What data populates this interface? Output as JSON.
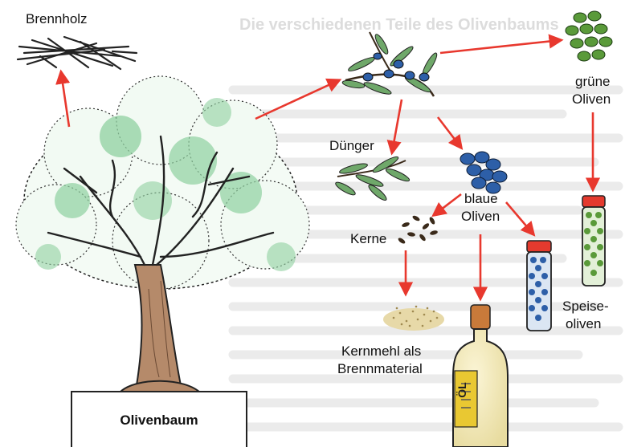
{
  "background": {
    "heading": "Die verschiedenen Teile des Olivenbaums",
    "subheading": "",
    "text_color": "#e0e0e0"
  },
  "labels": {
    "firewood": "Brennholz",
    "fertilizer": "Dünger",
    "green_olives_1": "grüne",
    "green_olives_2": "Oliven",
    "blue_olives_1": "blaue",
    "blue_olives_2": "Oliven",
    "seeds": "Kerne",
    "seed_meal_1": "Kernmehl als",
    "seed_meal_2": "Brennmaterial",
    "table_olives_1": "Speise-",
    "table_olives_2": "oliven",
    "oil_label": "ÖL"
  },
  "title": "Olivenbaum",
  "colors": {
    "arrow": "#e8382e",
    "tree_green": "#8fd0a0",
    "leaf_green": "#6fa86a",
    "blue_olive": "#2d5fa8",
    "green_olive": "#5a9a3a",
    "trunk": "#b58a6a"
  }
}
